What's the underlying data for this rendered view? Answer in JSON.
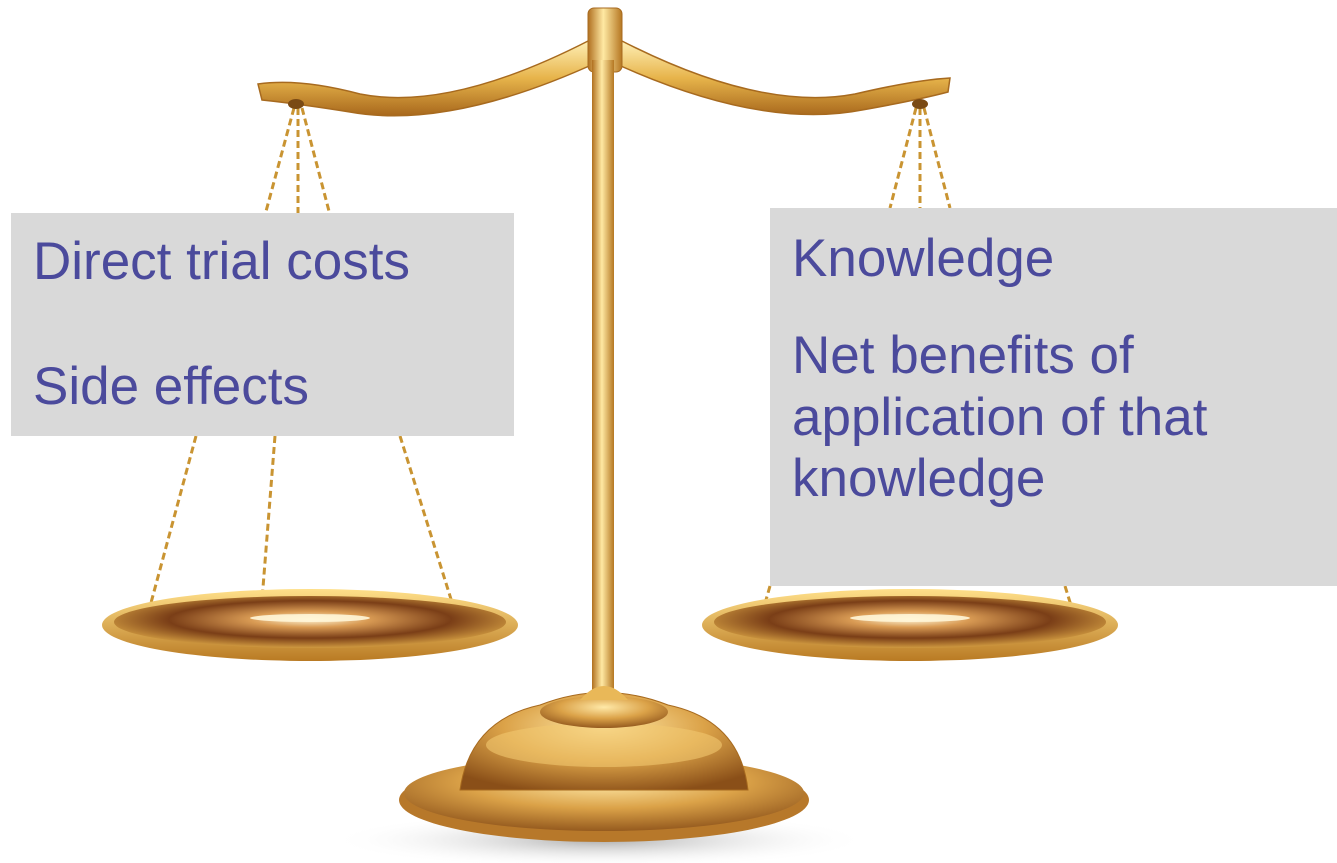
{
  "left_pan": {
    "items": [
      "Direct trial costs",
      "Side effects"
    ]
  },
  "right_pan": {
    "items": [
      "Knowledge",
      "Net benefits of application of that knowledge"
    ],
    "item2_lines": [
      "Net benefits of",
      "application of that",
      "knowledge"
    ]
  },
  "colors": {
    "text": "#4b4a9c",
    "box_background": "#d9d9d9",
    "gold": "#e0a93a",
    "gold_dark": "#9a5a1e"
  },
  "image": {
    "subject": "balance-scale-icon"
  }
}
